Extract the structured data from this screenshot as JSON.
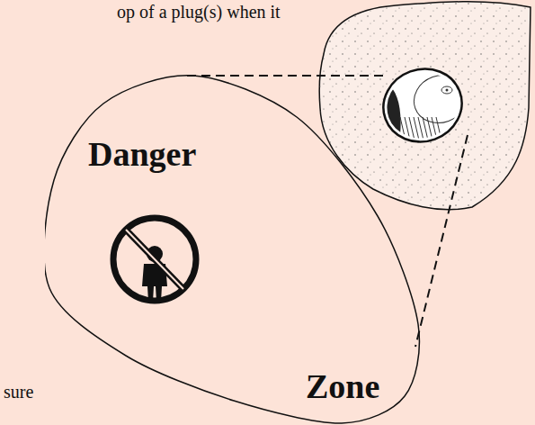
{
  "diagram": {
    "nodes": [
      {
        "text": [
          "Danger",
          "Zone"
        ]
      }
    ],
    "labels": [
      "op of a plug(s) when it",
      "sure"
    ]
  }
}
